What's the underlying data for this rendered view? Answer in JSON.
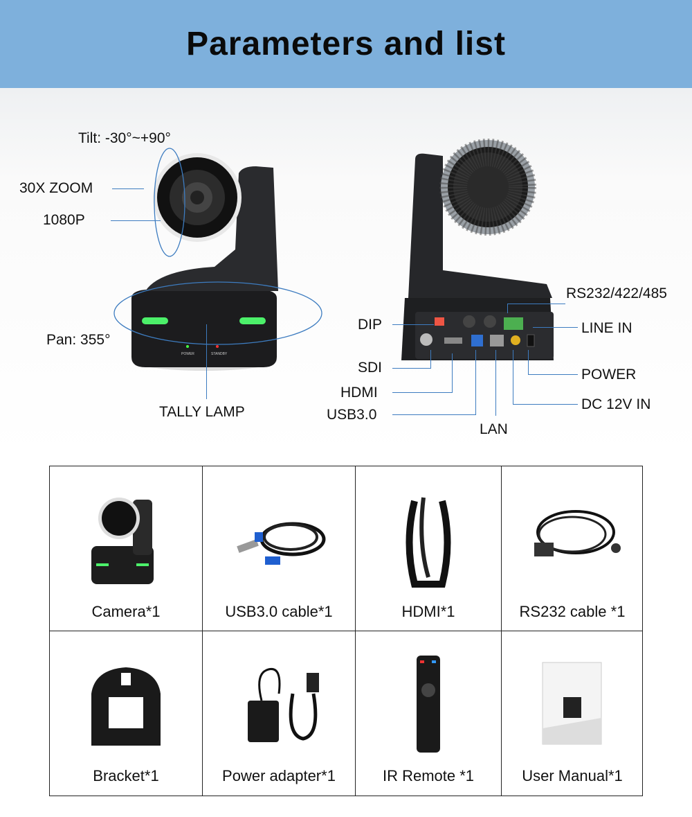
{
  "header": {
    "title": "Parameters and list"
  },
  "front_labels": {
    "tilt": "Tilt: -30°~+90°",
    "zoom": "30X ZOOM",
    "resolution": "1080P",
    "pan": "Pan: 355°",
    "tally": "TALLY LAMP"
  },
  "rear_labels": {
    "dip": "DIP",
    "sdi": "SDI",
    "hdmi": "HDMI",
    "usb": "USB3.0",
    "lan": "LAN",
    "rs232": "RS232/422/485",
    "line_in": "LINE IN",
    "power": "POWER",
    "dc": "DC 12V IN"
  },
  "camera_print": {
    "power": "POWER",
    "standby": "STANDBY"
  },
  "accent": "#3d7cc0",
  "header_color": "#7eb0dc",
  "package_list": [
    {
      "label": "Camera*1",
      "icon": "camera-icon"
    },
    {
      "label": "USB3.0 cable*1",
      "icon": "usb-cable-icon"
    },
    {
      "label": "HDMI*1",
      "icon": "hdmi-cable-icon"
    },
    {
      "label": "RS232 cable *1",
      "icon": "rs232-cable-icon"
    },
    {
      "label": "Bracket*1",
      "icon": "bracket-icon"
    },
    {
      "label": "Power adapter*1",
      "icon": "power-adapter-icon"
    },
    {
      "label": "IR Remote *1",
      "icon": "remote-icon"
    },
    {
      "label": "User Manual*1",
      "icon": "manual-icon"
    }
  ]
}
